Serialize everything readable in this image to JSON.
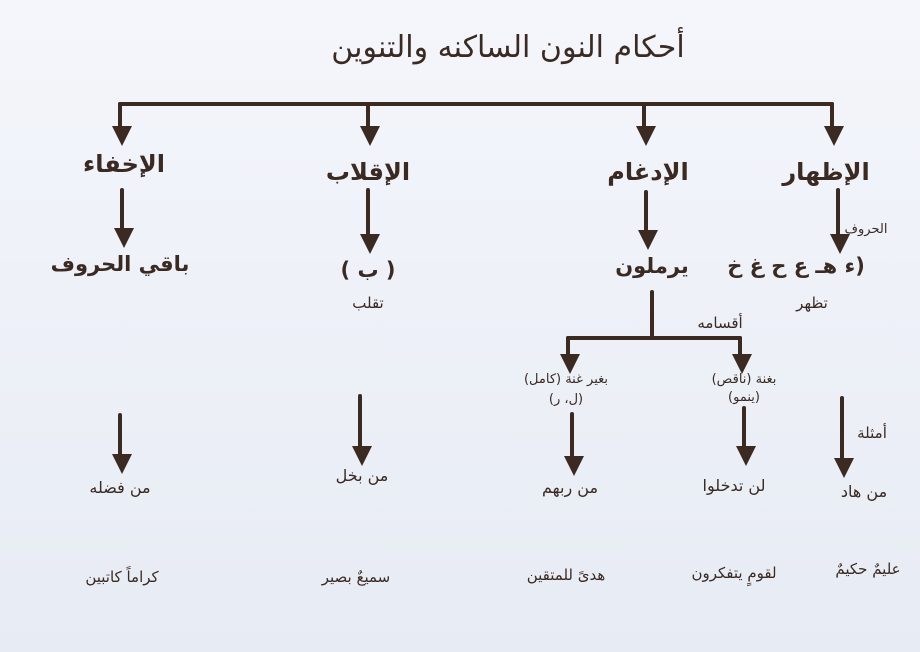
{
  "title": "أحكام النون الساكنه والتنوين",
  "categories": [
    {
      "name": "الإظهار",
      "letters_note": "الحروف",
      "letters": "(ء هـ ع ح غ خ",
      "rule": "تظهر",
      "examples_label": "أمثلة",
      "example1": "من هاد",
      "example2": "عليمٌ حكيمٌ"
    },
    {
      "name": "الإدغام",
      "letters": "يرملون",
      "divisions_label": "أقسامه",
      "sub": [
        {
          "name": "بغنة (ناقص)",
          "letters": "(ينمو)",
          "example1": "لن تدخلوا",
          "example2": "لقومٍ يتفكرون"
        },
        {
          "name": "بغير غنة (كامل)",
          "letters": "(ل، ر)",
          "example1": "من ربهم",
          "example2": "هدىً للمتقين"
        }
      ]
    },
    {
      "name": "الإقلاب",
      "letters": "( ب )",
      "rule": "تقلب",
      "example1": "من بخل",
      "example2": "سميعٌ بصير"
    },
    {
      "name": "الإخفاء",
      "letters": "باقي الحروف",
      "example1": "من فضله",
      "example2": "كراماً كاتبين"
    }
  ]
}
